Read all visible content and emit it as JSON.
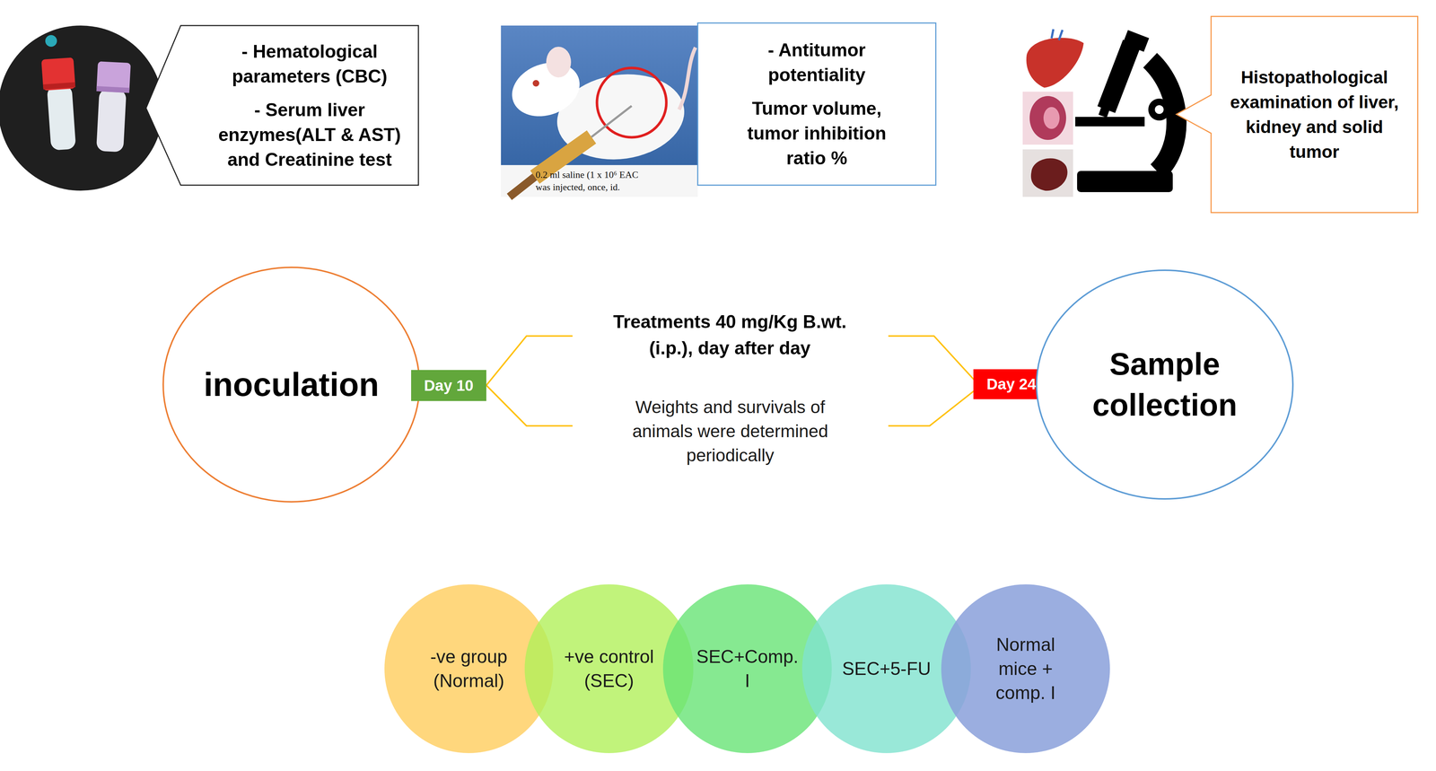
{
  "diagram": {
    "nodes": [
      {
        "text": [
          "- Hematological parameters (CBC)",
          "- Serum liver enzymes(ALT & AST) and Creatinine test"
        ]
      },
      {
        "text": [
          "- Antitumor potentiality",
          "Tumor volume, tumor inhibition ratio %"
        ]
      },
      {
        "text": [
          "Histopathological examination of liver, kidney and solid tumor"
        ]
      },
      {
        "text": [
          "inoculation"
        ]
      },
      {
        "text": [
          "Day 10"
        ]
      },
      {
        "text": [
          "Day 24"
        ]
      },
      {
        "text": [
          "Sample collection"
        ]
      },
      {
        "text": [
          "-ve group (Normal)"
        ]
      },
      {
        "text": [
          "+ve control (SEC)"
        ]
      },
      {
        "text": [
          "SEC+Comp. I"
        ]
      },
      {
        "text": [
          "SEC+5-FU"
        ]
      },
      {
        "text": [
          "Normal mice + comp. I"
        ]
      }
    ],
    "labels": [
      "0.2 ml saline (1 x 10⁶ EAC was injected, once, id.",
      "Treatments 40 mg/Kg B.wt.(i.p.), day after day",
      "Weights and survivals of animals were determined periodically"
    ]
  }
}
